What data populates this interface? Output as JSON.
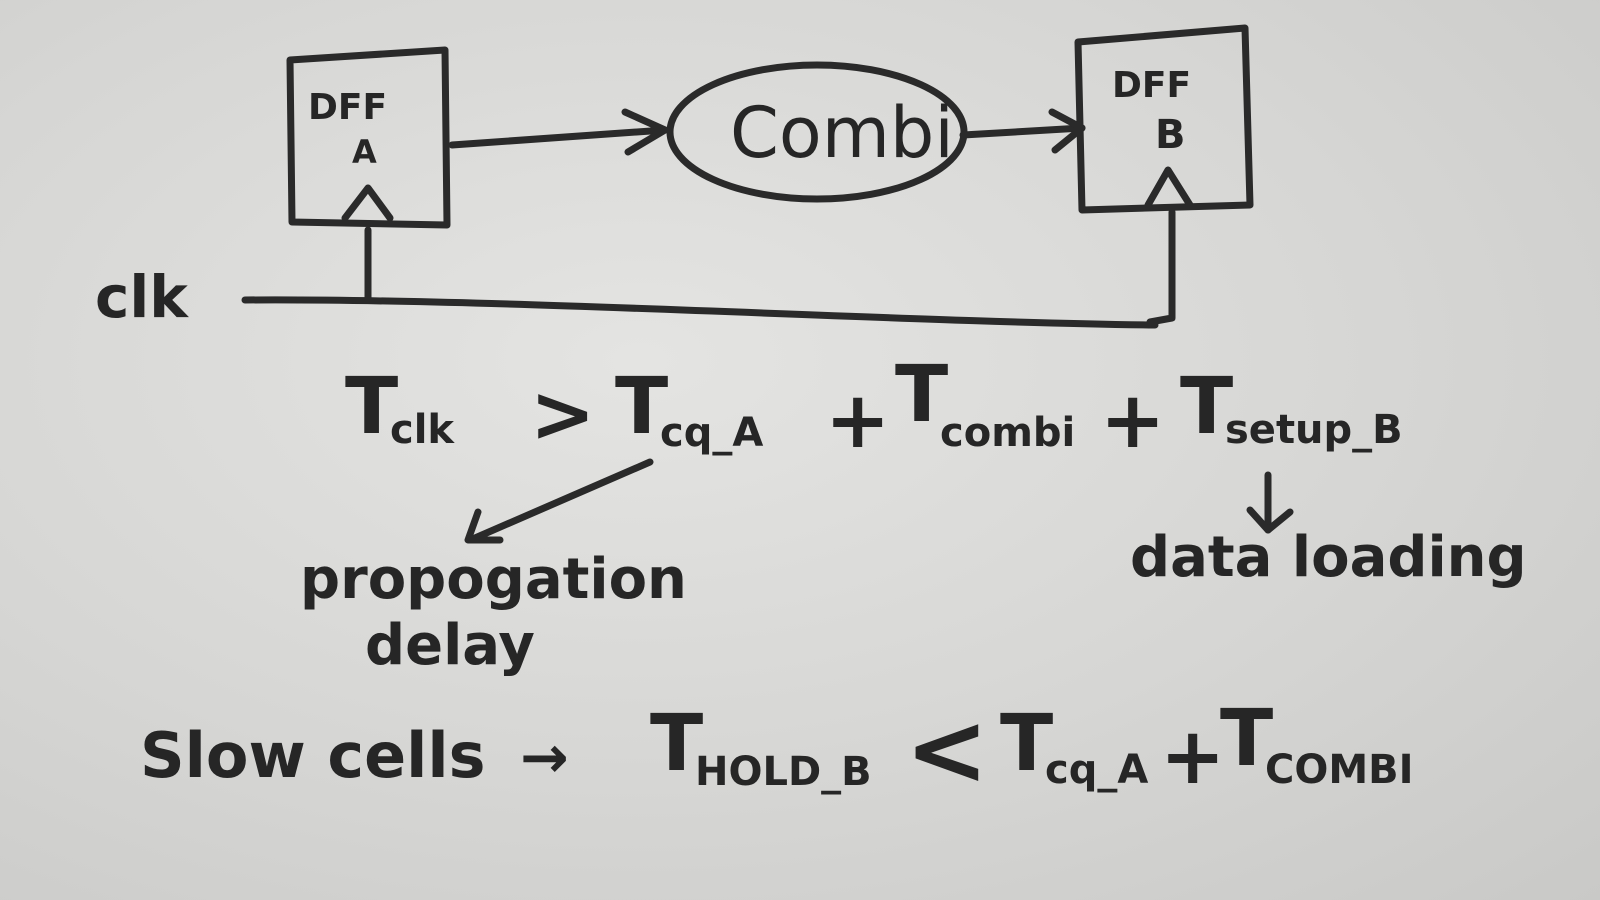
{
  "diagram": {
    "dff_a": {
      "label": "DFF",
      "name": "A"
    },
    "combi": {
      "label": "Combi"
    },
    "dff_b": {
      "label": "DFF",
      "name": "B"
    },
    "clk_label": "clk"
  },
  "setup_equation": {
    "lhs": "T",
    "lhs_sub": "clk",
    "op": ">",
    "t1": "T",
    "t1_sub": "cq_A",
    "plus1": "+",
    "t2": "T",
    "t2_sub": "combi",
    "plus2": "+",
    "t3": "T",
    "t3_sub": "setup_B"
  },
  "annotations": {
    "propagation_1": "propogation",
    "propagation_2": "delay",
    "data_loading": "data loading"
  },
  "hold_equation": {
    "prefix": "Slow cells",
    "lhs": "T",
    "lhs_sub": "HOLD_B",
    "op": "<",
    "t1": "T",
    "t1_sub": "cq_A",
    "plus": "+",
    "t2": "T",
    "t2_sub": "COMBI"
  }
}
